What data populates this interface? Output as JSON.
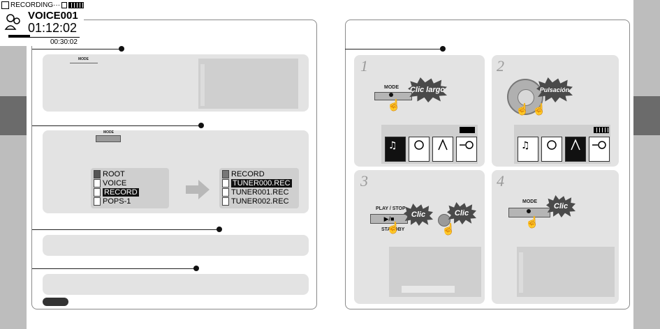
{
  "lcd": {
    "status": "RECORDING···",
    "track": "VOICE001",
    "time": "01:12:02",
    "remaining": "00:30:02"
  },
  "left": {
    "mode_label": "MODE",
    "folder_list": [
      "ROOT",
      "VOICE",
      "RECORD",
      "POPS-1"
    ],
    "folder_selected": "RECORD",
    "file_header": "RECORD",
    "file_list": [
      "TUNER000.REC",
      "TUNER001.REC",
      "TUNER002.REC"
    ],
    "file_selected": "TUNER000.REC"
  },
  "right": {
    "steps": [
      {
        "number": "1",
        "button_label": "MODE",
        "callout": "Clic largo"
      },
      {
        "number": "2",
        "callout": "Pulsación"
      },
      {
        "number": "3",
        "button_label": "PLAY / STOP",
        "sub_label": "STANDBY",
        "callout": "Clic",
        "callout2": "Clic"
      },
      {
        "number": "4",
        "button_label": "MODE",
        "callout": "Clic"
      }
    ]
  },
  "colors": {
    "panel_bg": "#e3e3e3",
    "edge": "#bdbdbd",
    "edge_dark": "#6b6b6b",
    "callout": "#4a4a4a"
  }
}
